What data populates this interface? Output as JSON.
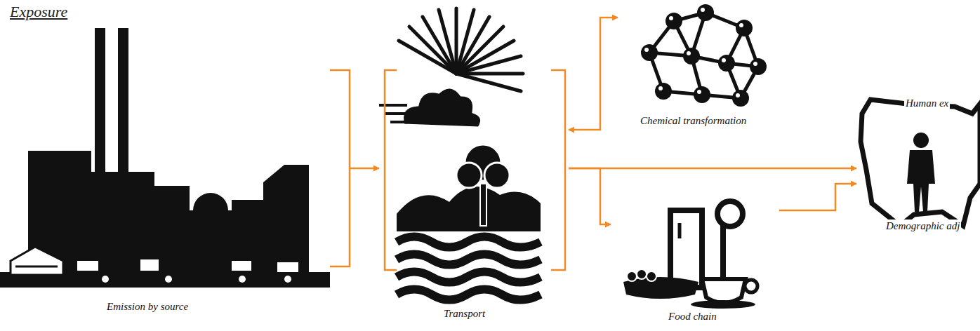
{
  "diagram": {
    "title": "Exposure",
    "nodes": [
      {
        "text": [
          "Emission by source"
        ]
      },
      {
        "text": [
          "Transport"
        ]
      },
      {
        "text": [
          "Chemical transformation"
        ]
      },
      {
        "text": [
          "Food chain"
        ]
      },
      {
        "text": [
          "Human ex",
          "Demographic adj"
        ]
      }
    ],
    "edges": [
      {
        "from": 0,
        "to": 1,
        "arrow": "to"
      },
      {
        "from": 1,
        "to": 2,
        "arrow": "both"
      },
      {
        "from": 1,
        "to": 4,
        "arrow": "to"
      },
      {
        "from": 1,
        "to": 3,
        "arrow": "to"
      },
      {
        "from": 3,
        "to": 4,
        "arrow": "to"
      }
    ]
  }
}
